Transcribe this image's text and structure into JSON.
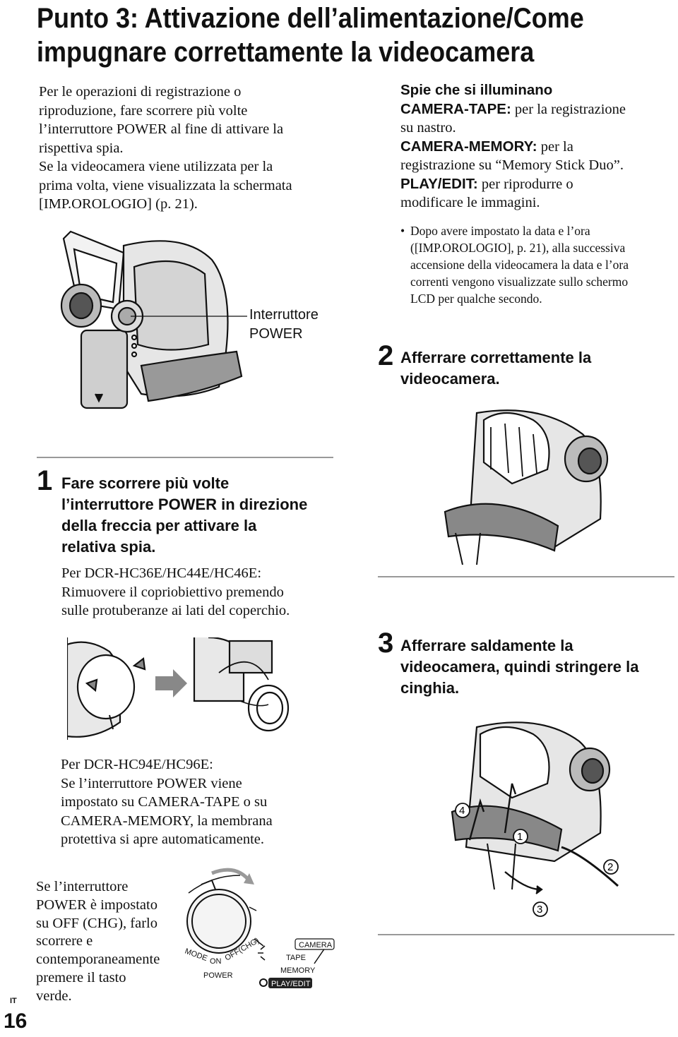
{
  "title": {
    "line1": "Punto 3: Attivazione dell’alimentazione/Come",
    "line2": "impugnare correttamente la videocamera"
  },
  "intro": [
    "Per le operazioni di registrazione o",
    "riproduzione, fare scorrere più volte",
    "l’interruttore POWER al fine di attivare la",
    "rispettiva spia.",
    "Se la videocamera viene utilizzata per la",
    "prima volta, viene visualizzata la schermata",
    "[IMP.OROLOGIO] (p. 21)."
  ],
  "figure1": {
    "callout_line1": "Interruttore",
    "callout_line2": "POWER"
  },
  "lamps": {
    "heading": "Spie che si illuminano",
    "camera_tape_label": "CAMERA-TAPE:",
    "camera_tape_text1": " per la registrazione",
    "camera_tape_text2": "su nastro.",
    "camera_memory_label": "CAMERA-MEMORY:",
    "camera_memory_text1": " per la",
    "camera_memory_text2": "registrazione su “Memory Stick Duo”.",
    "play_edit_label": "PLAY/EDIT:",
    "play_edit_text1": " per riprodurre o",
    "play_edit_text2": "modificare le immagini."
  },
  "note": {
    "bullet": "•",
    "lines": [
      "Dopo avere impostato la data e l’ora",
      "([IMP.OROLOGIO], p. 21), alla successiva",
      "accensione della videocamera la data e l’ora",
      "correnti vengono visualizzate sullo schermo",
      "LCD per qualche secondo."
    ]
  },
  "step2": {
    "number": "2",
    "line1": "Afferrare correttamente la",
    "line2": "videocamera."
  },
  "step1": {
    "number": "1",
    "lines": [
      "Fare scorrere più volte",
      "l’interruttore POWER in direzione",
      "della freccia per attivare la",
      "relativa spia."
    ],
    "sub": [
      "Per DCR-HC36E/HC44E/HC46E:",
      "Rimuovere il copriobiettivo premendo",
      "sulle protuberanze ai lati del coperchio."
    ]
  },
  "step3": {
    "number": "3",
    "lines": [
      "Afferrare saldamente la",
      "videocamera, quindi stringere la",
      "cinghia."
    ]
  },
  "hc94": [
    "Per DCR-HC94E/HC96E:",
    "Se l’interruttore POWER viene",
    "impostato su CAMERA-TAPE o su",
    "CAMERA-MEMORY, la membrana",
    "protettiva si apre automaticamente."
  ],
  "off_note": [
    "Se l’interruttore",
    "POWER è impostato",
    "su OFF (CHG), farlo",
    "scorrere e",
    "contemporaneamente",
    "premere il tasto",
    "verde."
  ],
  "dial": {
    "mode": "MODE",
    "on": "ON",
    "off": "OFF(CHG)",
    "power": "POWER",
    "camera": "CAMERA",
    "tape": "TAPE",
    "memory": "MEMORY",
    "play_edit": "PLAY/EDIT"
  },
  "strap_markers": {
    "m1": "1",
    "m2": "2",
    "m3": "3",
    "m4": "4"
  },
  "footer": {
    "lang": "IT",
    "page": "16"
  }
}
